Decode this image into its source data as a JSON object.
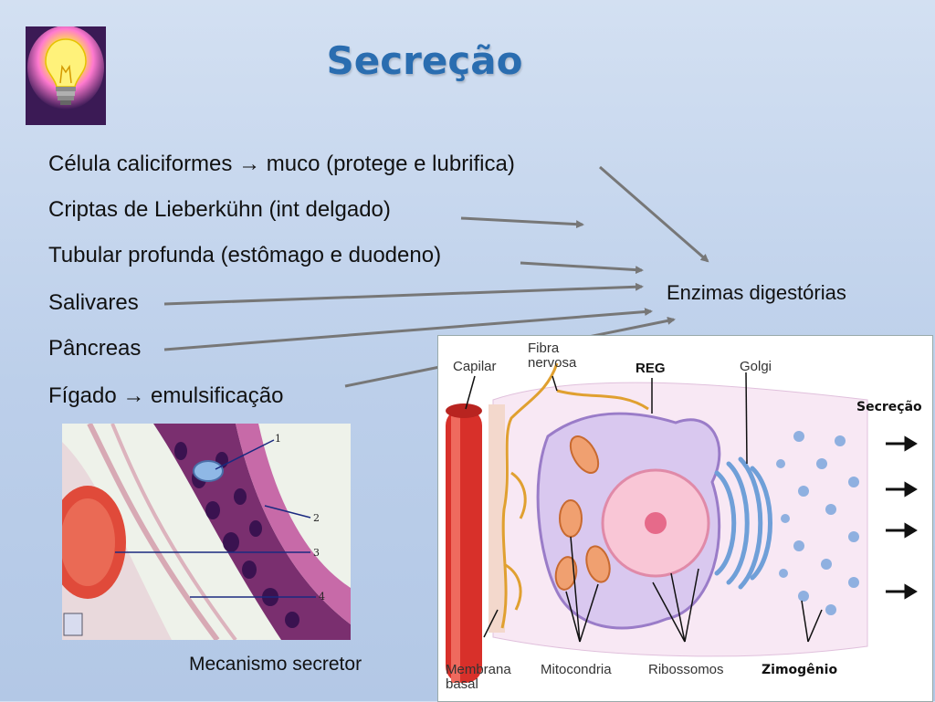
{
  "title": "Secreção",
  "bullets": [
    "Célula caliciformes → muco (protege e lubrifica)",
    "Criptas de Lieberkühn (int delgado)",
    "Tubular profunda (estômago e duodeno)",
    "Salivares",
    "Pâncreas",
    "Fígado → emulsificação"
  ],
  "side_label": "Enzimas digestórias",
  "micrograph": {
    "labels": [
      "1",
      "2",
      "3",
      "4"
    ],
    "caption": "Mecanismo secretor"
  },
  "diagram": {
    "labels": {
      "capilar": "Capilar",
      "fibra": "Fibra\nnervosa",
      "reg": "REG",
      "golgi": "Golgi",
      "secrecao": "Secreção",
      "membrana": "Membrana\nbasal",
      "mitocondria": "Mitocondria",
      "ribossomos": "Ribossomos",
      "zimogenio": "Zimogênio"
    }
  },
  "colors": {
    "title": "#2a6db0",
    "arrow": "#777777",
    "background": "#c6d6ee"
  },
  "icons": [
    "light-bulb-icon"
  ]
}
